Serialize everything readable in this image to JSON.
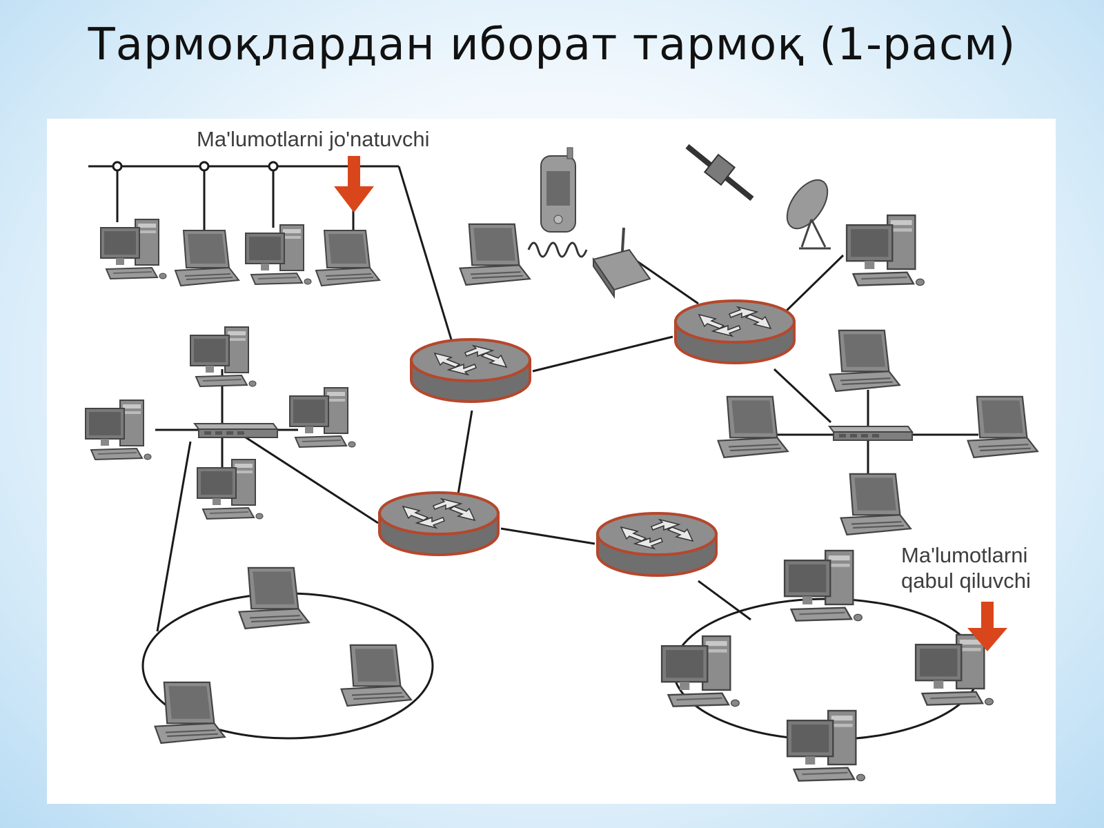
{
  "title": "Тармоқлардан иборат тармоқ (1-расм)",
  "labels": {
    "sender": "Ma'lumotlarni  jo'natuvchi",
    "receiver_line1": "Ma'lumotlarni",
    "receiver_line2": "qabul qiluvchi"
  },
  "colors": {
    "arrow": "#d9461c",
    "router_rim": "#b5472c",
    "device": "#7d7d7d",
    "line": "#1a1a1a"
  },
  "icons": [
    "laptop-icon",
    "desktop-icon",
    "router-icon",
    "switch-icon",
    "mobile-phone-icon",
    "satellite-icon",
    "satellite-dish-icon",
    "wireless-access-point-icon",
    "arrow-down-icon"
  ]
}
